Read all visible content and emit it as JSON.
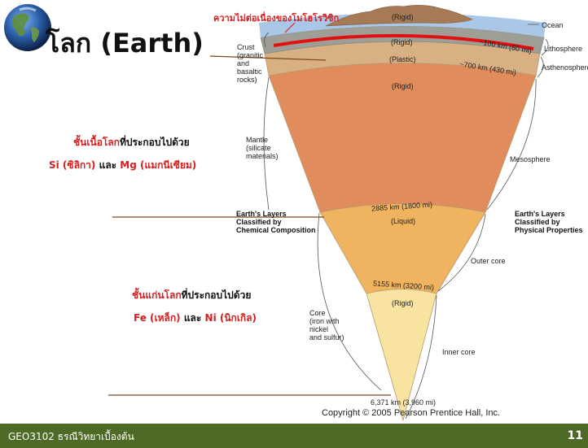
{
  "slide": {
    "title": "โลก (Earth)",
    "number": "11",
    "footer": "GEO3102 ธรณีวิทยาเบื้องต้น",
    "moho_label": "ความไม่ต่อเนื่องของโมโฮโรวิซิก",
    "mantle_note": {
      "p1": "ชั้นเนื้อโลก",
      "p2": "ที่ประกอบไปด้วย",
      "p3": "Si (ซิลิกา)",
      "p4": " และ ",
      "p5": "Mg (แมกนีเซียม)"
    },
    "core_note": {
      "p1": "ชั้นแก่นโลก",
      "p2": "ที่ประกอบไปด้วย",
      "p3": "Fe (เหล็ก)",
      "p4": " และ ",
      "p5": "Ni (นิกเกิล)"
    }
  },
  "diagram": {
    "zone_rigid_top": "(Rigid)",
    "zone_rigid_litho": "(Rigid)",
    "zone_plastic": "(Plastic)",
    "zone_rigid_meso": "(Rigid)",
    "zone_liquid": "(Liquid)",
    "zone_rigid_core": "(Rigid)",
    "depth_100": "~100 km (60 mi)",
    "depth_700": "~700 km (430 mi)",
    "depth_2885": "2885 km (1800 mi)",
    "depth_5155": "5155 km (3200 mi)",
    "depth_6371": "6,371 km (3,960 mi)",
    "copyright": "Copyright © 2005 Pearson Prentice Hall, Inc.",
    "left": {
      "crust": [
        "Crust",
        "(granitic",
        "and",
        "basaltic",
        "rocks)"
      ],
      "mantle": [
        "Mantle",
        "(silicate",
        "materials)"
      ],
      "chem": [
        "Earth's Layers",
        "Classified by",
        "Chemical Composition"
      ],
      "core": [
        "Core",
        "(iron with",
        "nickel",
        "and sulfur)"
      ]
    },
    "right": {
      "ocean": "Ocean",
      "lithosphere": "Lithosphere",
      "asthenosphere": "Asthenosphere",
      "mesosphere": "Mesosphere",
      "phys": [
        "Earth's Layers",
        "Classified by",
        "Physical Properties"
      ],
      "outer_core": "Outer core",
      "inner_core": "Inner core"
    }
  },
  "colors": {
    "footer": "#4d6b26",
    "accent_red": "#d42020",
    "ocean": "#a9c8e8",
    "crust": "#9e9e96",
    "asthenosphere": "#d8b083",
    "mesosphere": "#e08c5c",
    "outer_core": "#f0b460",
    "inner_core": "#f8e4a0",
    "continent": "#a57a55"
  }
}
